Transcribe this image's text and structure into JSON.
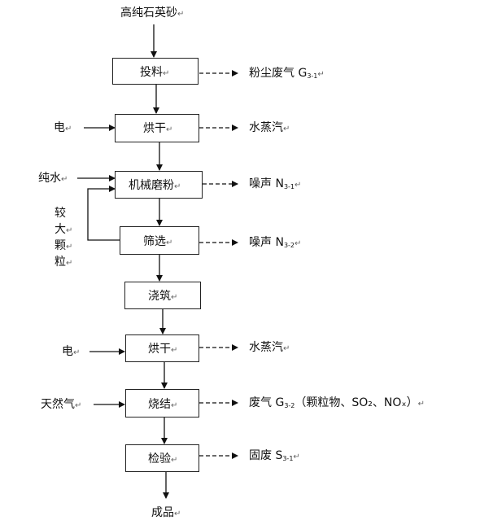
{
  "source": {
    "label": "高纯石英砂",
    "mark": "↵"
  },
  "steps": [
    {
      "label": "投料",
      "mark": "↵"
    },
    {
      "label": "烘干",
      "mark": "↵"
    },
    {
      "label": "机械磨粉",
      "mark": "↵"
    },
    {
      "label": "筛选",
      "mark": "↵"
    },
    {
      "label": "浇筑",
      "mark": "↵"
    },
    {
      "label": "烘干",
      "mark": "↵"
    },
    {
      "label": "烧结",
      "mark": "↵"
    },
    {
      "label": "检验",
      "mark": "↵"
    }
  ],
  "inputs": [
    {
      "label": "电",
      "mark": "↵"
    },
    {
      "label": "纯水",
      "mark": "↵"
    },
    {
      "label": "电",
      "mark": "↵"
    },
    {
      "label": "天然气",
      "mark": "↵"
    }
  ],
  "recycle": {
    "chars": [
      "较",
      "大",
      "颗",
      "粒"
    ],
    "mark": "↵"
  },
  "outputs": [
    {
      "main": "粉尘废气 G",
      "sub": "3-1",
      "tail": "",
      "mark": "↵"
    },
    {
      "main": "水蒸汽",
      "sub": "",
      "tail": "",
      "mark": "↵"
    },
    {
      "main": "噪声 N",
      "sub": "3-1",
      "tail": "",
      "mark": "↵"
    },
    {
      "main": "噪声 N",
      "sub": "3-2",
      "tail": "",
      "mark": "↵"
    },
    {
      "main": "水蒸汽",
      "sub": "",
      "tail": "",
      "mark": "↵"
    },
    {
      "main": "废气 G",
      "sub": "3-2",
      "tail": "（颗粒物、SO₂、NOₓ）",
      "mark": "↵"
    },
    {
      "main": "固废 S",
      "sub": "3-1",
      "tail": "",
      "mark": "↵"
    }
  ],
  "product": {
    "label": "成品",
    "mark": "↵"
  }
}
